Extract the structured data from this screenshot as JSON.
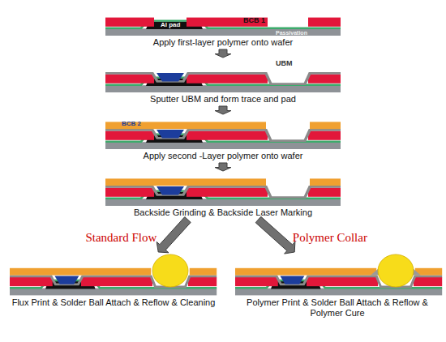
{
  "diagram": {
    "nodes": [
      {
        "text": [
          "Apply first-layer polymer onto wafer"
        ]
      },
      {
        "text": [
          "Sputter UBM and form trace and pad"
        ]
      },
      {
        "text": [
          "Apply second -Layer polymer onto wafer"
        ]
      },
      {
        "text": [
          "Backside Grinding & Backside Laser Marking"
        ]
      },
      {
        "text": [
          "Flux Print & Solder Ball Attach & Reflow & Cleaning"
        ]
      },
      {
        "text": [
          "Polymer Print & Solder Ball Attach & Reflow & Polymer Cure"
        ]
      }
    ],
    "edges": [
      {
        "from": 0,
        "to": 1,
        "arrow": "to"
      },
      {
        "from": 1,
        "to": 2,
        "arrow": "to"
      },
      {
        "from": 2,
        "to": 3,
        "arrow": "to"
      },
      {
        "from": 3,
        "to": 4,
        "label": "Standard Flow",
        "arrow": "to"
      },
      {
        "from": 3,
        "to": 5,
        "label": "Polymer Collar",
        "arrow": "to"
      }
    ],
    "labels": [
      "BCB 1",
      "Al pad",
      "Passivation",
      "UBM",
      "BCB 2"
    ]
  }
}
